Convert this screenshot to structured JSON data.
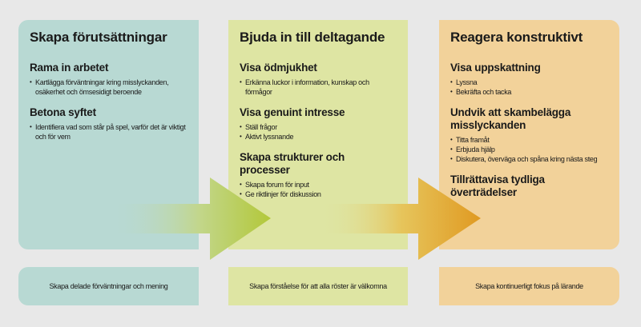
{
  "columns": [
    {
      "title": "Skapa förutsättningar",
      "sections": [
        {
          "title": "Rama in arbetet",
          "bullets": [
            "Kartlägga förväntningar kring misslyckanden, osäkerhet och ömsesidigt beroende"
          ]
        },
        {
          "title": "Betona syftet",
          "bullets": [
            "Identifiera vad som står på spel, varför det är viktigt och för vem"
          ]
        }
      ],
      "footer": "Skapa delade förväntningar och mening",
      "color": "#b8d9d3"
    },
    {
      "title": "Bjuda in till deltagande",
      "sections": [
        {
          "title": "Visa ödmjukhet",
          "bullets": [
            "Erkänna luckor i information, kunskap och förmågor"
          ]
        },
        {
          "title": "Visa genuint intresse",
          "bullets": [
            "Ställ frågor",
            "Aktivt lyssnande"
          ]
        },
        {
          "title": "Skapa strukturer och processer",
          "bullets": [
            "Skapa forum för input",
            "Ge riktlinjer för diskussion"
          ]
        }
      ],
      "footer": "Skapa förståelse för att alla röster är välkomna",
      "color": "#dee5a3"
    },
    {
      "title": "Reagera konstruktivt",
      "sections": [
        {
          "title": "Visa uppskattning",
          "bullets": [
            "Lyssna",
            "Bekräfta och tacka"
          ]
        },
        {
          "title": "Undvik att skambelägga misslyckanden",
          "bullets": [
            "Titta framåt",
            "Erbjuda hjälp",
            "Diskutera, överväga och spåna kring nästa steg"
          ]
        },
        {
          "title": "Tillrättavisa tydliga överträdelser",
          "bullets": []
        }
      ],
      "footer": "Skapa kontinuerligt fokus på lärande",
      "color": "#f2d29a"
    }
  ],
  "arrows": [
    {
      "name": "arrow-to-participation",
      "color_end": "#b3c83a"
    },
    {
      "name": "arrow-to-response",
      "color_end": "#e09a22"
    }
  ]
}
